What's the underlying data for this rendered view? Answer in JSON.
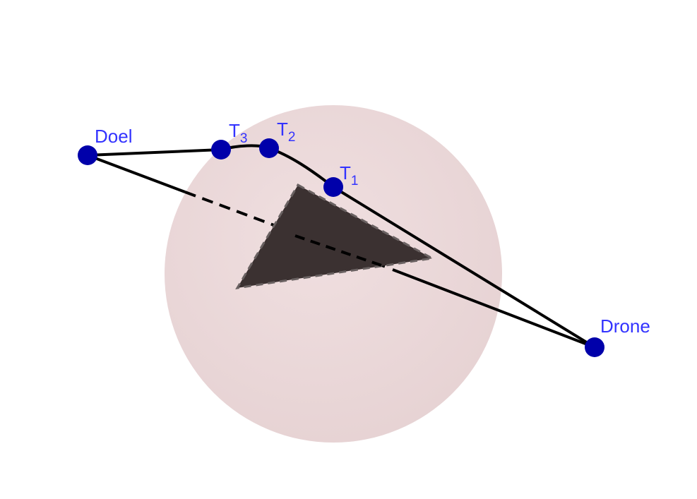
{
  "colors": {
    "background": "#ffffff",
    "sphere": "#ecd9da",
    "triangle": "#3b3131",
    "triangle_edge": "#6a6262",
    "path": "#000000",
    "point": "#0000aa",
    "label": "#3333ff"
  },
  "points": {
    "doel": {
      "label": "Doel"
    },
    "t3": {
      "label": "T",
      "sub": "3"
    },
    "t2": {
      "label": "T",
      "sub": "2"
    },
    "t1": {
      "label": "T",
      "sub": "1"
    },
    "drone": {
      "label": "Drone"
    }
  }
}
